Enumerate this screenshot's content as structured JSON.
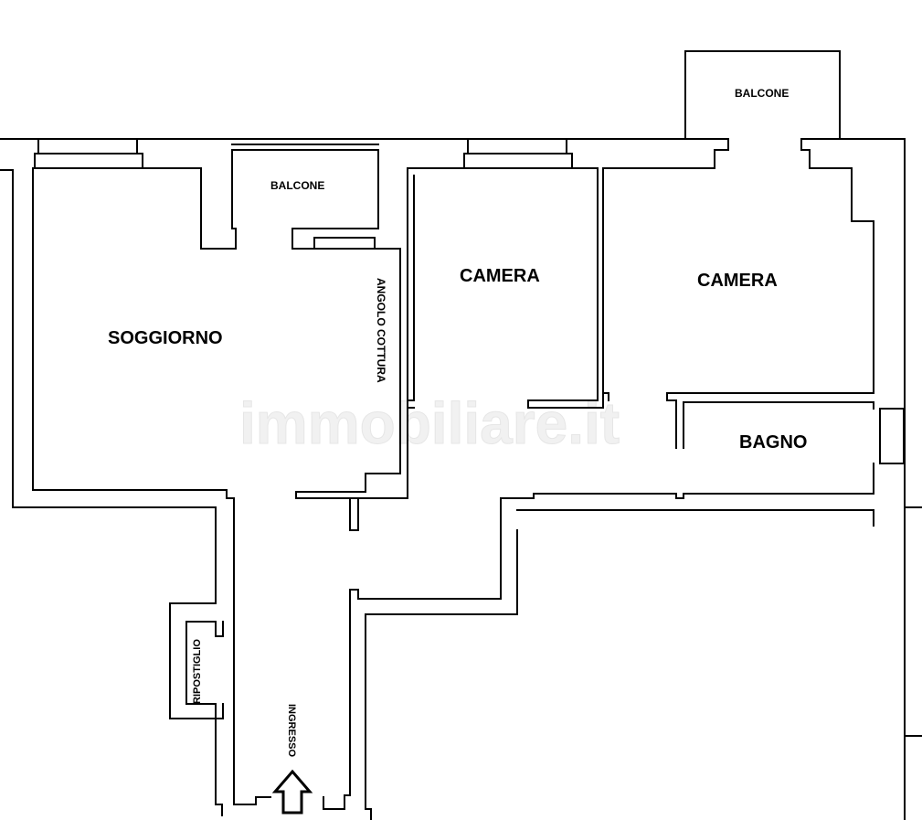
{
  "plan": {
    "watermark": "immobiliare.it",
    "rooms": {
      "soggiorno": "SOGGIORNO",
      "camera_1": "CAMERA",
      "camera_2": "CAMERA",
      "bagno": "BAGNO",
      "balcone_top": "BALCONE",
      "balcone_inner": "BALCONE",
      "angolo_cottura": "ANGOLO COTTURA",
      "ripostiglio": "RIPOSTIGLIO",
      "ingresso": "INGRESSO"
    },
    "icons": {
      "entrance": "up-arrow-icon"
    }
  }
}
